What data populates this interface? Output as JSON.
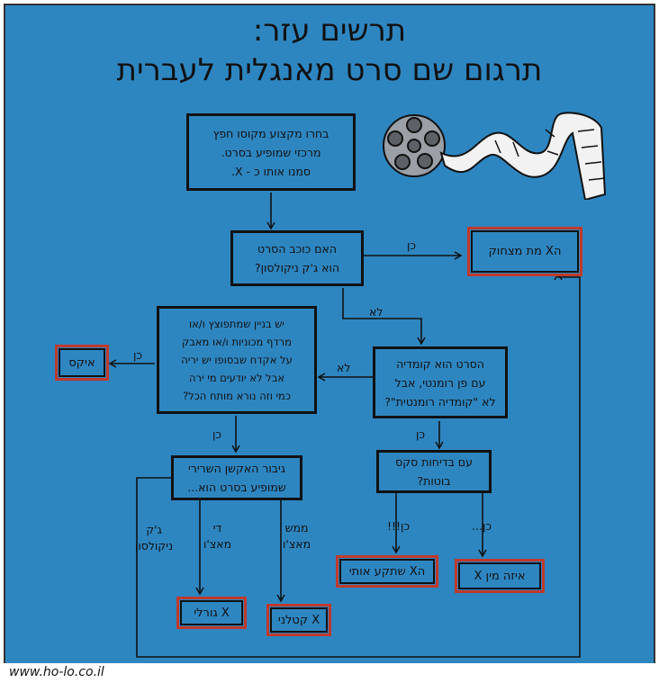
{
  "title": {
    "line1": "תרשים עזר:",
    "line2": "תרגום שם סרט מאנגלית לעברית"
  },
  "nodes": {
    "start": [
      "בחרו מקצוע מקוסו חפץ",
      "מרכזי שמופיע בסרט.",
      "סמנו אותו כ - X."
    ],
    "q_nicholson": [
      "האם כוכב הסרט",
      "הוא ג'ק ניקולסון?"
    ],
    "out_crazy": "הX מת מצחוק",
    "q_action": [
      "יש בניין שמתפוצץ ו/או",
      "מרדף מכוניות ו/או מאבק",
      "על אקדח שבסופו יש יריה",
      "אבל לא יודעים מי ירה",
      "כמי וזה נורא מותח הכל?"
    ],
    "out_ix": "איקס",
    "q_comedy": [
      "הסרט הוא קומדיה",
      "עם פן רומנטי, אבל",
      "לא \"קומדיה רומנטית\"?"
    ],
    "q_hero": [
      "גיבור האקשן השרירי",
      "שמופיע בסרט הוא..."
    ],
    "q_sex": [
      "עם בדיחות סקס",
      "בוטות?"
    ],
    "out_crazy_with_me": "הX שתקע אותי",
    "out_what_kind": "איזה מין X",
    "out_big": "X גורלי",
    "out_lethal": "X קטלני"
  },
  "edges": {
    "yes": "כן",
    "no": "לא",
    "nicholson": [
      "ג'ק",
      "ניקולסון"
    ],
    "semi_macho": [
      "די",
      "מאצ'ו"
    ],
    "real_macho": [
      "ממש",
      "מאצ'ו"
    ],
    "yes_excited": "כן!!!",
    "yes_hesitant": "כן..."
  },
  "credit": "www.ho-lo.co.il"
}
